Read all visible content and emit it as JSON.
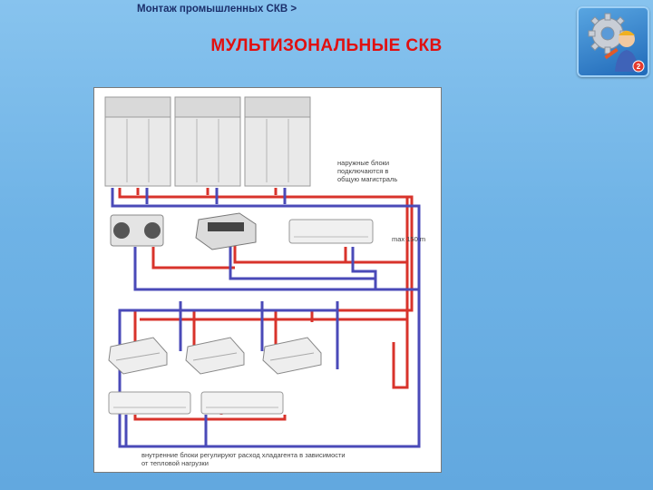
{
  "header": {
    "breadcrumb": "Монтаж промышленных СКВ >",
    "title": "МУЛЬТИЗОНАЛЬНЫЕ СКВ"
  },
  "logo": {
    "icon": "gear-worker-icon",
    "badge": "2"
  },
  "diagram": {
    "outdoor_units_label": [
      "наружные блоки",
      "подключаются в",
      "общую магистраль"
    ],
    "max_length_label": "max 150 m",
    "indoor_units_label": [
      "внутренние блоки регулируют расход хладагента в зависимости",
      "от тепловой нагрузки"
    ],
    "colors": {
      "liquid_line": "#d8332b",
      "gas_line": "#4a4ab8",
      "unit": "#ececec"
    }
  }
}
